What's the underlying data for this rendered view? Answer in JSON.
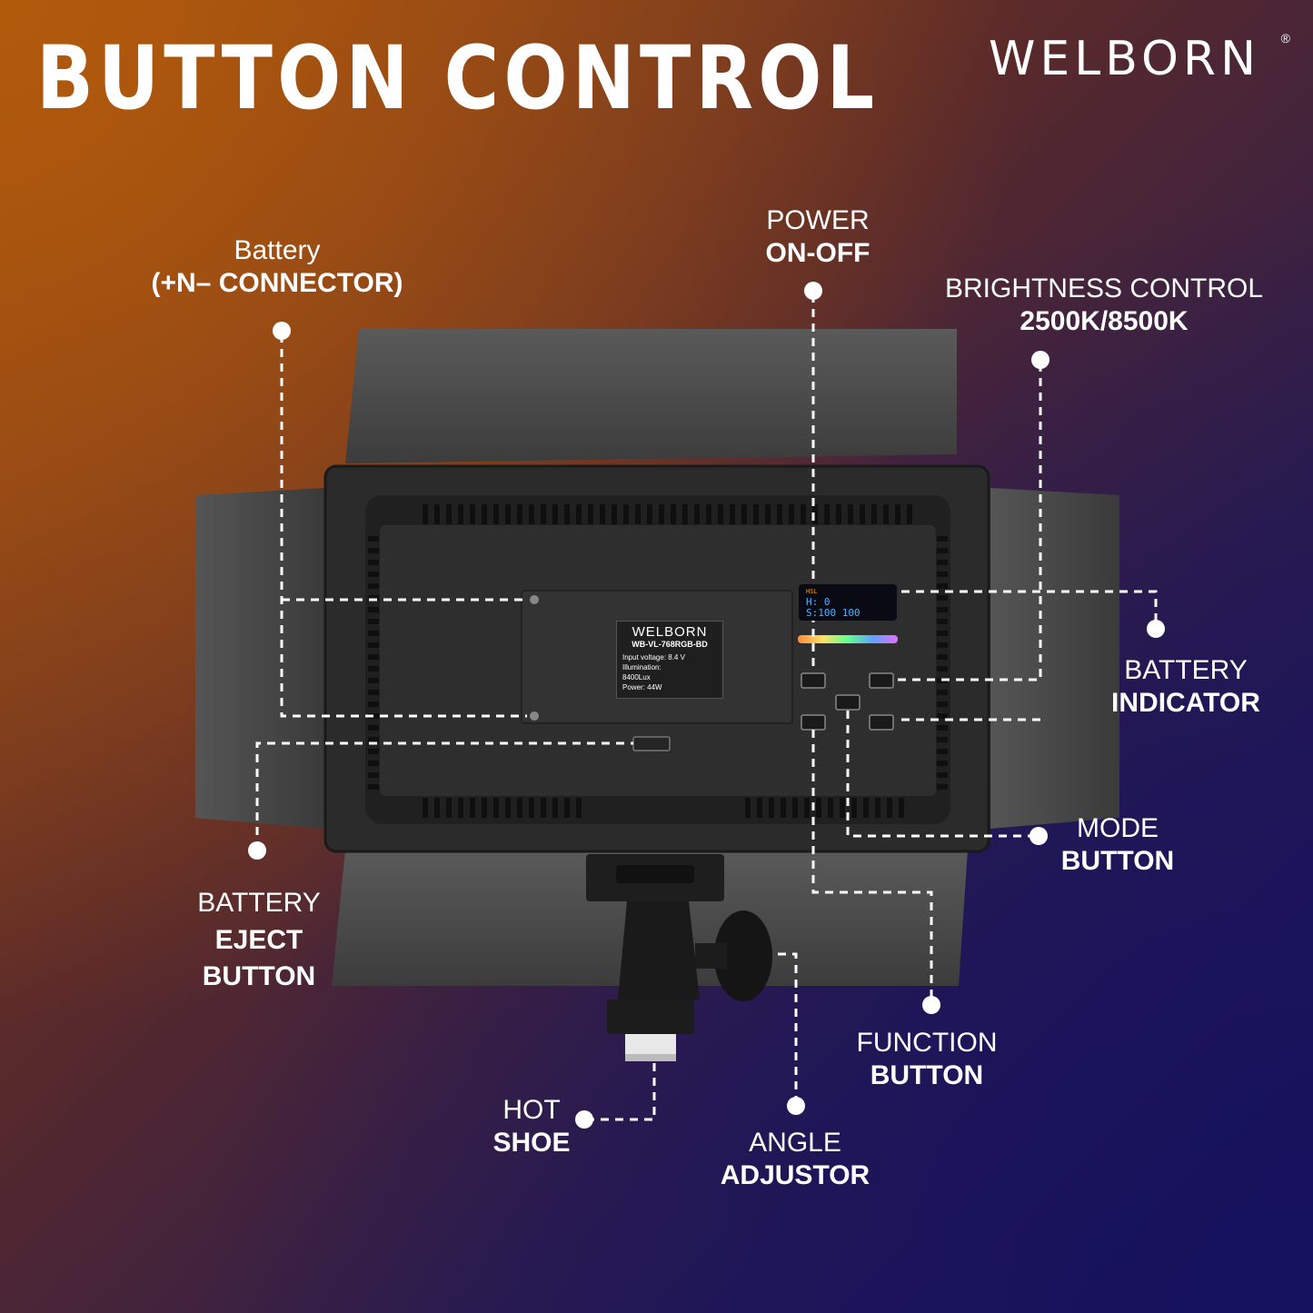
{
  "header": {
    "title": "BUTTON CONTROL",
    "brand": "WELBORN",
    "brand_mark": "®"
  },
  "labels": {
    "battery_connector": {
      "line1": "Battery",
      "line2": "(+N– CONNECTOR)"
    },
    "power": {
      "line1": "POWER",
      "line2": "ON-OFF"
    },
    "brightness": {
      "line1": "BRIGHTNESS CONTROL",
      "line2": "2500K/8500K"
    },
    "battery_indicator": {
      "line1": "BATTERY",
      "line2": "INDICATOR"
    },
    "mode": {
      "line1": "MODE",
      "line2": "BUTTON"
    },
    "battery_eject": {
      "line1": "BATTERY",
      "line2": "EJECT",
      "line3": "BUTTON"
    },
    "function": {
      "line1": "FUNCTION",
      "line2": "BUTTON"
    },
    "hot_shoe": {
      "line1": "HOT",
      "line2": "SHOE"
    },
    "angle": {
      "line1": "ANGLE",
      "line2": "ADJUSTOR"
    }
  },
  "device": {
    "plate_brand": "WELBORN",
    "model": "WB-VL-768RGB-BD",
    "spec_voltage": "Input voltage: 8.4 V",
    "spec_illumination": "Illumination:",
    "spec_lux": "8400Lux",
    "spec_power": "Power: 44W",
    "screen_tag": "HSL",
    "screen_line1": "H:  0",
    "screen_line2": "S:100 100"
  },
  "colors": {
    "accent": "#e8682a",
    "panel": "#2a2a2a",
    "barndoor": "#4a4a4a"
  }
}
